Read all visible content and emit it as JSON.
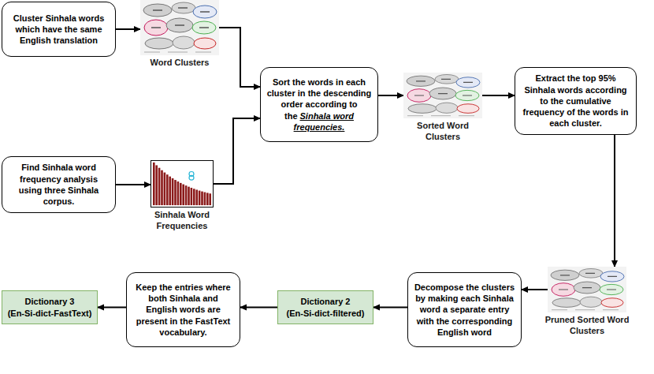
{
  "diagram": {
    "nodes": [
      {
        "text": [
          "Cluster Sinhala words which have the same English translation"
        ]
      },
      {
        "text": [
          "Word Clusters"
        ]
      },
      {
        "text": [
          "Sort the words in each cluster in the descending order according to the",
          "Sinhala word frequencies."
        ]
      },
      {
        "text": [
          "Sorted Word Clusters"
        ]
      },
      {
        "text": [
          "Extract the top 95% Sinhala words according to the cumulative frequency of the words in each cluster."
        ]
      },
      {
        "text": [
          "Find Sinhala word frequency analysis using three Sinhala corpus."
        ]
      },
      {
        "text": [
          "Sinhala Word Frequencies"
        ]
      },
      {
        "text": [
          "Pruned Sorted Word Clusters"
        ]
      },
      {
        "text": [
          "Decompose the clusters by making each Sinhala word a separate entry with the corresponding English word"
        ]
      },
      {
        "text": [
          "Dictionary 2",
          "(En-Si-dict-filtered)"
        ]
      },
      {
        "text": [
          "Keep the entries where both Sinhala and English words are present in the FastText vocabulary."
        ]
      },
      {
        "text": [
          "Dictionary 3",
          "(En-Si-dict-FastText)"
        ]
      }
    ],
    "edges": [
      {
        "from": 0,
        "to": 1,
        "arrow": "to"
      },
      {
        "from": 1,
        "to": 2,
        "arrow": "to"
      },
      {
        "from": 5,
        "to": 6,
        "arrow": "to"
      },
      {
        "from": 6,
        "to": 2,
        "arrow": "to"
      },
      {
        "from": 2,
        "to": 3,
        "arrow": "to"
      },
      {
        "from": 3,
        "to": 4,
        "arrow": "to"
      },
      {
        "from": 4,
        "to": 7,
        "arrow": "to"
      },
      {
        "from": 7,
        "to": 8,
        "arrow": "to"
      },
      {
        "from": 8,
        "to": 9,
        "arrow": "to"
      },
      {
        "from": 9,
        "to": 10,
        "arrow": "to"
      },
      {
        "from": 10,
        "to": 11,
        "arrow": "to"
      }
    ]
  }
}
